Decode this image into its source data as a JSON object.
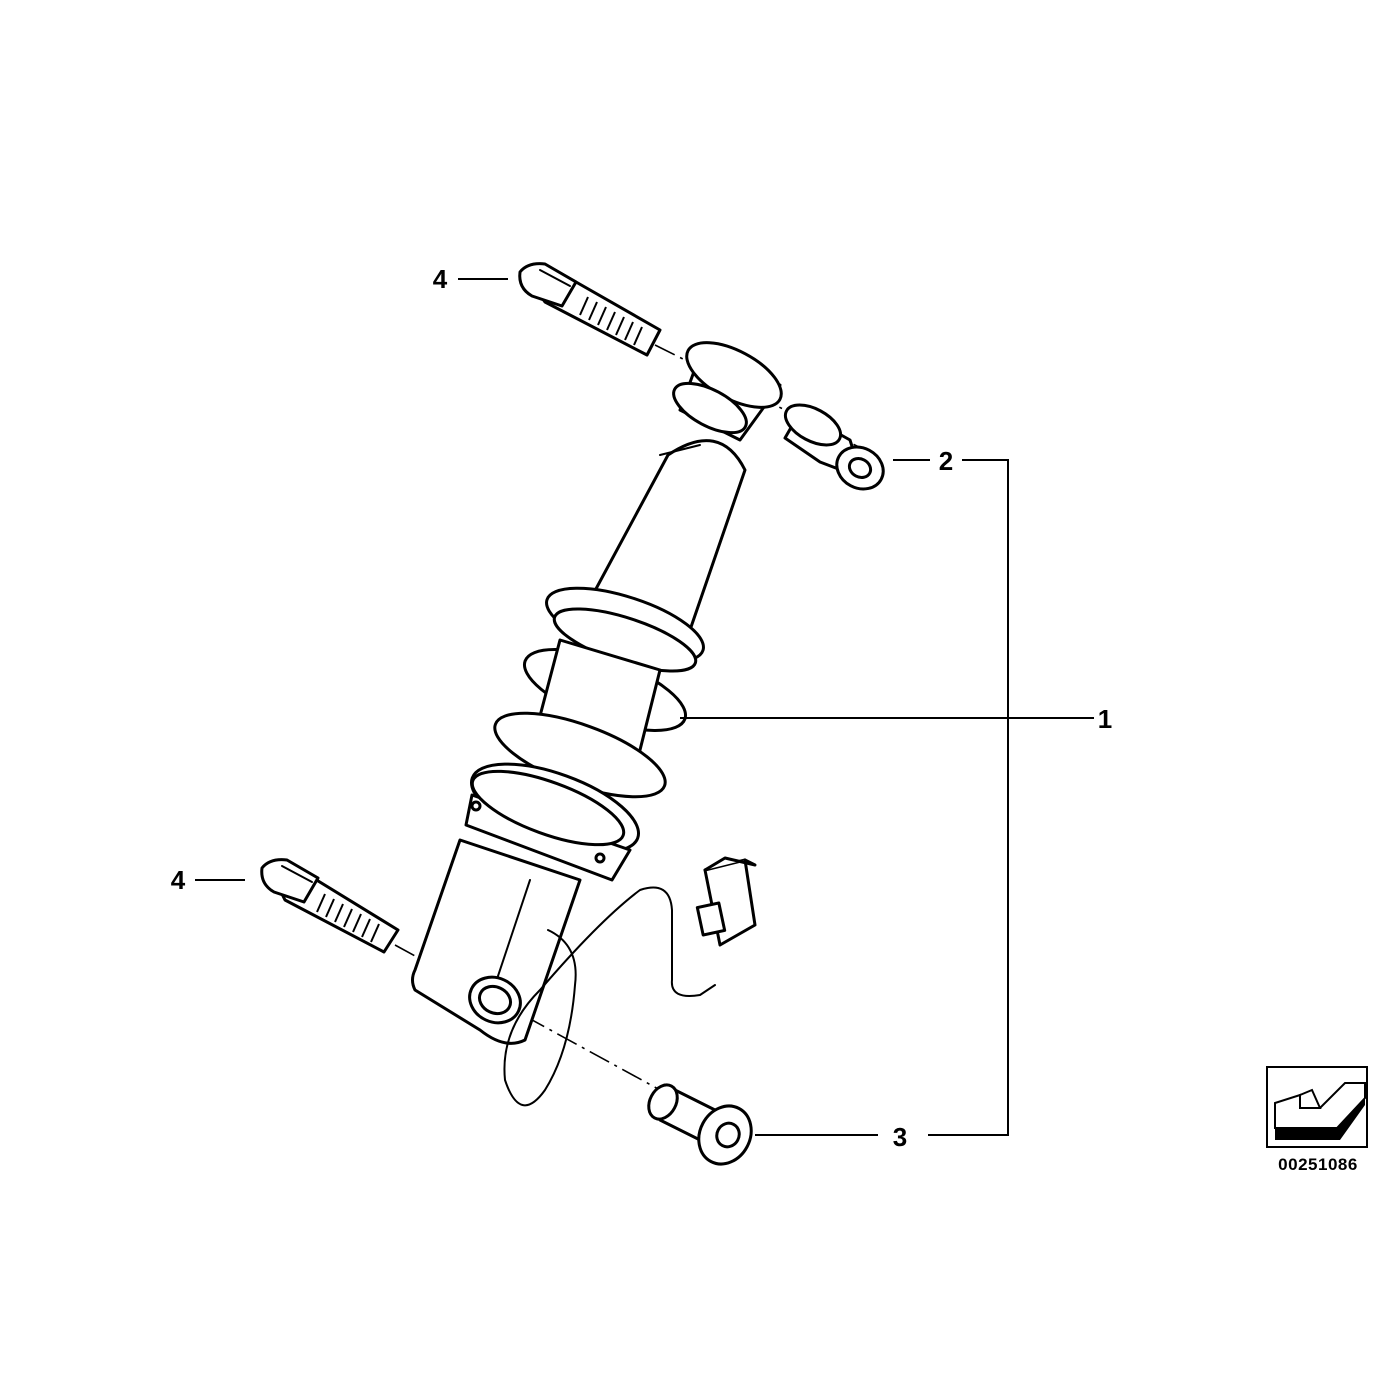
{
  "callouts": [
    {
      "id": "1",
      "label": "1",
      "part": "shock absorber strut"
    },
    {
      "id": "2",
      "label": "2",
      "part": "bushing"
    },
    {
      "id": "3",
      "label": "3",
      "part": "sleeve"
    },
    {
      "id": "4a",
      "label": "4",
      "part": "upper bolt"
    },
    {
      "id": "4b",
      "label": "4",
      "part": "lower bolt"
    }
  ],
  "diagram_code": "00251086",
  "icons": [
    "orientation-arrow-icon"
  ],
  "colors": {
    "ink": "#000000",
    "paper": "#ffffff"
  }
}
